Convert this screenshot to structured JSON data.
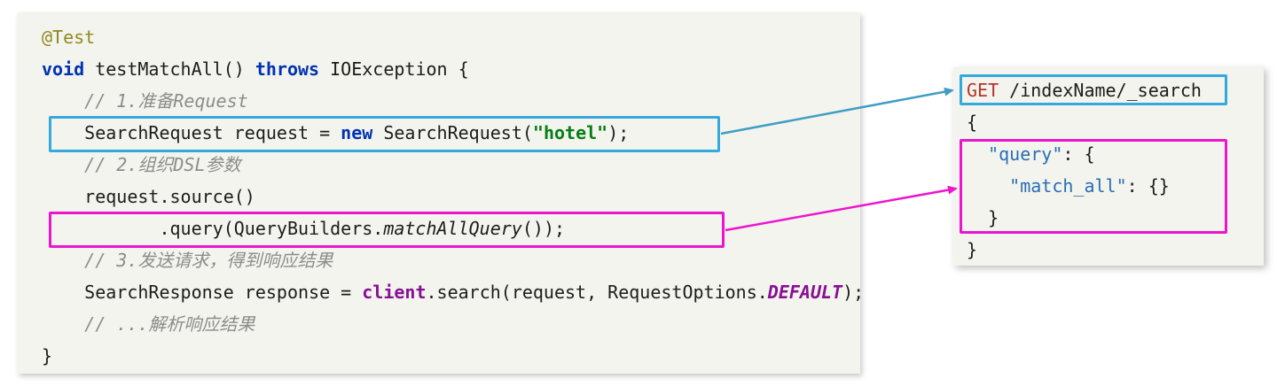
{
  "colors": {
    "page_bg": "#ffffff",
    "panel_bg": "#f3f4ee",
    "plain": "#1c1c1c",
    "keyword": "#0033b3",
    "annotation": "#8f8a1e",
    "comment": "#8c8c8c",
    "string": "#067d17",
    "field": "#871094",
    "http_method": "#b5342b",
    "json_key": "#2a6db5",
    "cyan_box": "#35a9dc",
    "cyan_arrow": "#3f9ec4",
    "magenta": "#ec15ce"
  },
  "code_panel": {
    "language": "java",
    "lines": [
      {
        "highlight": null,
        "tokens": [
          {
            "text": "@Test",
            "style": "annotation"
          }
        ]
      },
      {
        "highlight": null,
        "tokens": [
          {
            "text": "void",
            "style": "keyword"
          },
          {
            "text": " testMatchAll() ",
            "style": "plain"
          },
          {
            "text": "throws",
            "style": "keyword"
          },
          {
            "text": " IOException {",
            "style": "plain"
          }
        ]
      },
      {
        "highlight": null,
        "tokens": [
          {
            "text": "    // 1.准备Request",
            "style": "comment"
          }
        ]
      },
      {
        "highlight": "cyan",
        "tokens": [
          {
            "text": "    SearchRequest request = ",
            "style": "plain"
          },
          {
            "text": "new",
            "style": "keyword"
          },
          {
            "text": " SearchRequest(",
            "style": "plain"
          },
          {
            "text": "\"hotel\"",
            "style": "string"
          },
          {
            "text": ");",
            "style": "plain"
          }
        ]
      },
      {
        "highlight": null,
        "tokens": [
          {
            "text": "    // 2.组织DSL参数",
            "style": "comment"
          }
        ]
      },
      {
        "highlight": null,
        "tokens": [
          {
            "text": "    request.source()",
            "style": "plain"
          }
        ]
      },
      {
        "highlight": "magenta",
        "tokens": [
          {
            "text": "           .query(QueryBuilders.",
            "style": "plain"
          },
          {
            "text": "matchAllQuery",
            "style": "static-method"
          },
          {
            "text": "());",
            "style": "plain"
          }
        ]
      },
      {
        "highlight": null,
        "tokens": [
          {
            "text": "    // 3.发送请求，得到响应结果",
            "style": "comment"
          }
        ]
      },
      {
        "highlight": null,
        "tokens": [
          {
            "text": "    SearchResponse response = ",
            "style": "plain"
          },
          {
            "text": "client",
            "style": "field"
          },
          {
            "text": ".search(request, RequestOptions.",
            "style": "plain"
          },
          {
            "text": "DEFAULT",
            "style": "constant"
          },
          {
            "text": ");",
            "style": "plain"
          }
        ]
      },
      {
        "highlight": null,
        "tokens": [
          {
            "text": "    // ...解析响应结果",
            "style": "comment"
          }
        ]
      },
      {
        "highlight": null,
        "tokens": [
          {
            "text": "}",
            "style": "plain"
          }
        ]
      }
    ]
  },
  "dsl_panel": {
    "language": "elasticsearch-dsl",
    "lines": [
      {
        "highlight": "cyan",
        "tokens": [
          {
            "text": "GET",
            "style": "http-method"
          },
          {
            "text": " /indexName/_search",
            "style": "plain"
          }
        ]
      },
      {
        "highlight": null,
        "tokens": [
          {
            "text": "{",
            "style": "plain"
          }
        ]
      },
      {
        "highlight": "magenta",
        "tokens": [
          {
            "text": "  ",
            "style": "plain"
          },
          {
            "text": "\"query\"",
            "style": "json-key"
          },
          {
            "text": ": {",
            "style": "plain"
          }
        ]
      },
      {
        "highlight": "magenta",
        "tokens": [
          {
            "text": "    ",
            "style": "plain"
          },
          {
            "text": "\"match_all\"",
            "style": "json-key"
          },
          {
            "text": ": {}",
            "style": "plain"
          }
        ]
      },
      {
        "highlight": "magenta",
        "tokens": [
          {
            "text": "  }",
            "style": "plain"
          }
        ]
      },
      {
        "highlight": null,
        "tokens": [
          {
            "text": "}",
            "style": "plain"
          }
        ]
      }
    ]
  },
  "annotations": {
    "request_line_box": "SearchRequest line maps to GET /indexName/_search",
    "query_line_box": "query(matchAllQuery()) maps to query.match_all DSL"
  }
}
